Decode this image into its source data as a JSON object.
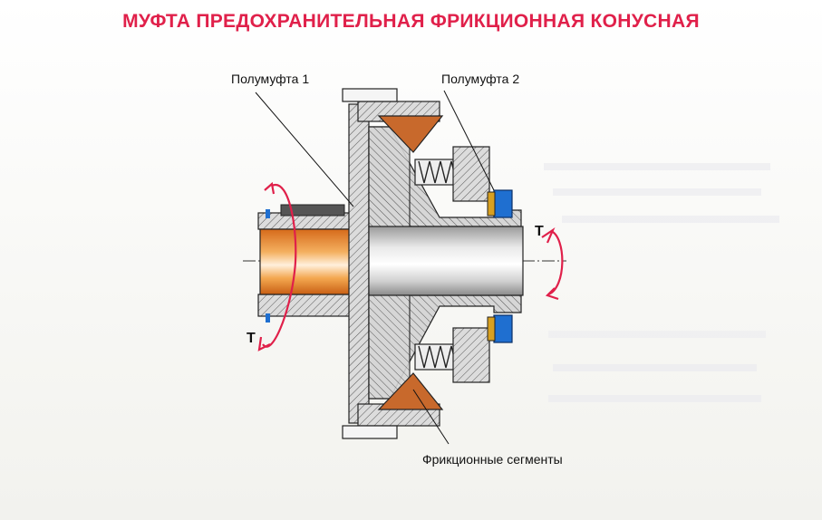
{
  "title": "МУФТА ПРЕДОХРАНИТЕЛЬНАЯ ФРИКЦИОННАЯ КОНУСНАЯ",
  "labels": {
    "half_coupling_1": "Полумуфта 1",
    "half_coupling_2": "Полумуфта 2",
    "friction_segments": "Фрикционные сегменты",
    "torque_left": "Т",
    "torque_right": "Т"
  },
  "colors": {
    "title": "#e0204a",
    "arrow": "#e0204a",
    "bore": "#e8912a",
    "friction": "#c8692c",
    "hatch_fill": "#d9d9d9",
    "shaft": "#c9c9c9",
    "nut": "#1f6fd0"
  }
}
